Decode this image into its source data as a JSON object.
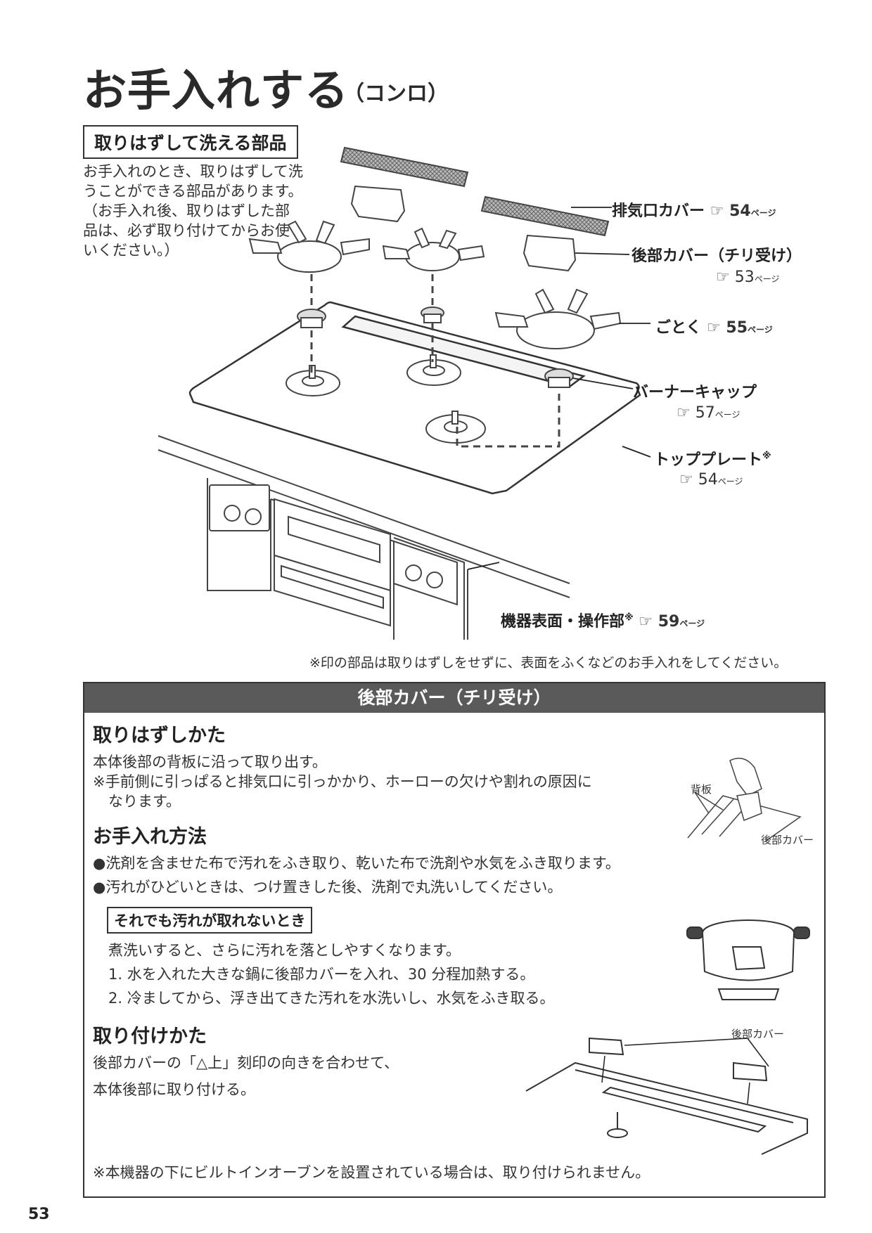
{
  "header": {
    "title": "お手入れする",
    "title_sub": "（コンロ）"
  },
  "removable": {
    "label": "取りはずして洗える部品",
    "intro": [
      "お手入れのとき、取りはずして洗",
      "うことができる部品があります。",
      "（お手入れ後、取りはずした部",
      "品は、必ず取り付けてからお使",
      "いください。）"
    ]
  },
  "callouts": {
    "exhaust": {
      "name": "排気口カバー",
      "ref_icon": "☞",
      "page": "54",
      "page_suffix": "ページ"
    },
    "rear": {
      "name": "後部カバー（チリ受け）",
      "ref_icon": "☞",
      "page": "53",
      "page_suffix": "ページ"
    },
    "trivet": {
      "name": "ごとく",
      "ref_icon": "☞",
      "page": "55",
      "page_suffix": "ページ"
    },
    "burner": {
      "name": "バーナーキャップ",
      "ref_icon": "☞",
      "page": "57",
      "page_suffix": "ページ"
    },
    "top": {
      "name": "トッププレート",
      "mark": "※",
      "ref_icon": "☞",
      "page": "54",
      "page_suffix": "ページ"
    },
    "panel": {
      "name": "機器表面・操作部",
      "mark": "※",
      "ref_icon": "☞",
      "page": "59",
      "page_suffix": "ページ"
    }
  },
  "note_top": "※印の部品は取りはずしをせずに、表面をふくなどのお手入れをしてください。",
  "section": {
    "header": "後部カバー（チリ受け）",
    "remove": {
      "heading": "取りはずしかた",
      "line1": "本体後部の背板に沿って取り出す。",
      "line2": "※手前側に引っぱると排気口に引っかかり、ホーローの欠けや割れの原因に",
      "line3": "なります。",
      "fig_label_back": "背板",
      "fig_label_cover": "後部カバー"
    },
    "care": {
      "heading": "お手入れ方法",
      "bullet1": "●洗剤を含ませた布で汚れをふき取り、乾いた布で洗剤や水気をふき取ります。",
      "bullet2": "●汚れがひどいときは、つけ置きした後、洗剤で丸洗いしてください。"
    },
    "stubborn": {
      "label": "それでも汚れが取れないとき",
      "intro": "煮洗いすると、さらに汚れを落としやすくなります。",
      "step1": "1. 水を入れた大きな鍋に後部カバーを入れ、30 分程加熱する。",
      "step2": "2. 冷ましてから、浮き出てきた汚れを水洗いし、水気をふき取る。"
    },
    "attach": {
      "heading": "取り付けかた",
      "line1": "後部カバーの「△上」刻印の向きを合わせて、",
      "line2": "本体後部に取り付ける。",
      "fig_label_cover": "後部カバー"
    },
    "note": "※本機器の下にビルトインオーブンを設置されている場合は、取り付けられません。"
  },
  "page_number": "53"
}
